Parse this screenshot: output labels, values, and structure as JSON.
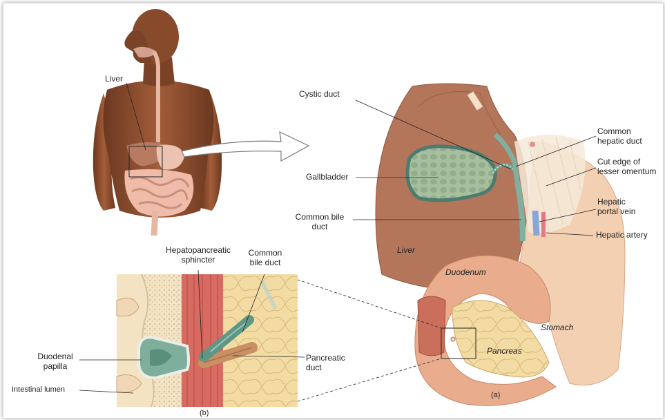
{
  "labels": {
    "liver_body": "Liver",
    "cystic_duct": "Cystic duct",
    "gallbladder": "Gallbladder",
    "common_bile_duct_a_1": "Common bile",
    "common_bile_duct_a_2": "duct",
    "common_hepatic_duct_1": "Common",
    "common_hepatic_duct_2": "hepatic duct",
    "cut_edge_1": "Cut edge of",
    "cut_edge_2": "lesser omentum",
    "hepatic_portal_vein_1": "Hepatic",
    "hepatic_portal_vein_2": "portal vein",
    "hepatic_artery": "Hepatic artery",
    "liver_organ": "Liver",
    "duodenum": "Duodenum",
    "stomach": "Stomach",
    "pancreas": "Pancreas",
    "panel_a": "(a)",
    "hepatopancreatic_1": "Hepatopancreatic",
    "hepatopancreatic_2": "sphincter",
    "common_bile_duct_b_1": "Common",
    "common_bile_duct_b_2": "bile duct",
    "duodenal_papilla_1": "Duodenal",
    "duodenal_papilla_2": "papilla",
    "pancreatic_duct_1": "Pancreatic",
    "pancreatic_duct_2": "duct",
    "intestinal_lumen": "Intestinal lumen",
    "panel_b": "(b)"
  },
  "colors": {
    "skin": "#8a4a2c",
    "skin_dark": "#5e2f1a",
    "liver": "#b4765a",
    "liver_dark": "#8f5640",
    "gallbladder": "#5f8f80",
    "duct": "#8cc0b0",
    "duodenum": "#e3a88a",
    "pancreas": "#f0d9a3",
    "stomach": "#f1c7a6",
    "vein": "#8aa6d8",
    "artery": "#e07a84",
    "muscle": "#d86f66",
    "panel_bg": "#f7ecd6",
    "leader": "#222222"
  }
}
